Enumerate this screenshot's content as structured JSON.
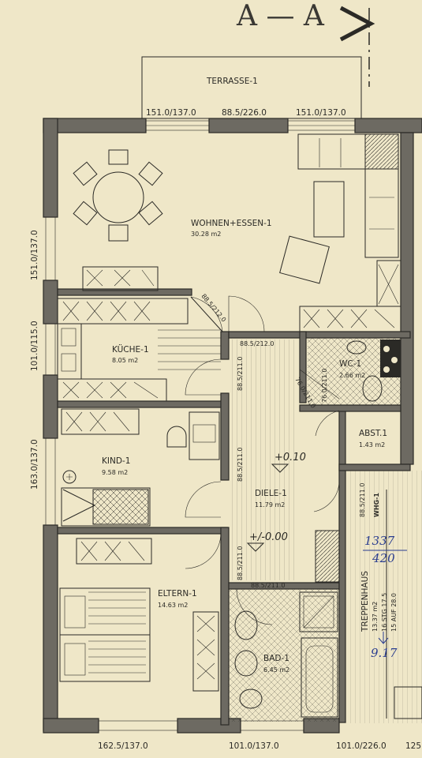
{
  "section_mark": "A — A",
  "rooms": {
    "terrasse": {
      "name": "TERRASSE-1"
    },
    "wohnen": {
      "name": "WOHNEN+ESSEN-1",
      "area": "30.28 m2"
    },
    "kueche": {
      "name": "KÜCHE-1",
      "area": "8.05 m2"
    },
    "kind": {
      "name": "KIND-1",
      "area": "9.58 m2"
    },
    "eltern": {
      "name": "ELTERN-1",
      "area": "14.63 m2"
    },
    "diele": {
      "name": "DIELE-1",
      "area": "11.79 m2"
    },
    "wc": {
      "name": "WC-1",
      "area": "2.66 m2"
    },
    "abst": {
      "name": "ABST.1",
      "area": "1.43 m2"
    },
    "bad": {
      "name": "BAD-1",
      "area": "6.45 m2"
    },
    "treppenhaus": {
      "name": "TREPPENHAUS",
      "area": "13.37 m2",
      "stg": "16 STG 17.5",
      "auf": "15 AUF 28.0"
    }
  },
  "levels": {
    "upper": "+0.10",
    "ground": "+/-0.00"
  },
  "dimensions": {
    "top_left": "151.0/137.0",
    "top_center": "88.5/226.0",
    "top_right": "151.0/137.0",
    "left_upper": "151.0/137.0",
    "left_mid": "101.0/115.0",
    "left_lower": "163.0/137.0",
    "kitchen_door": "88.5/212.0",
    "diele_top_door": "88.5/212.0",
    "kitchen_side_door": "88.5/211.0",
    "wc_door": "76.0/211.0",
    "abst_door": "76.0/211.0",
    "kind_door": "88.5/211.0",
    "eltern_door": "88.5/211.0",
    "bad_door": "88.5/211.0",
    "stair_door": "88.5/211.0",
    "bottom_left": "162.5/137.0",
    "bottom_center": "101.0/137.0",
    "bottom_right": "101.0/226.0",
    "bottom_cut": "125"
  },
  "stair_mark": "WHG-1",
  "handwritten": {
    "a": "1337",
    "b": "420",
    "c": "9.17"
  }
}
